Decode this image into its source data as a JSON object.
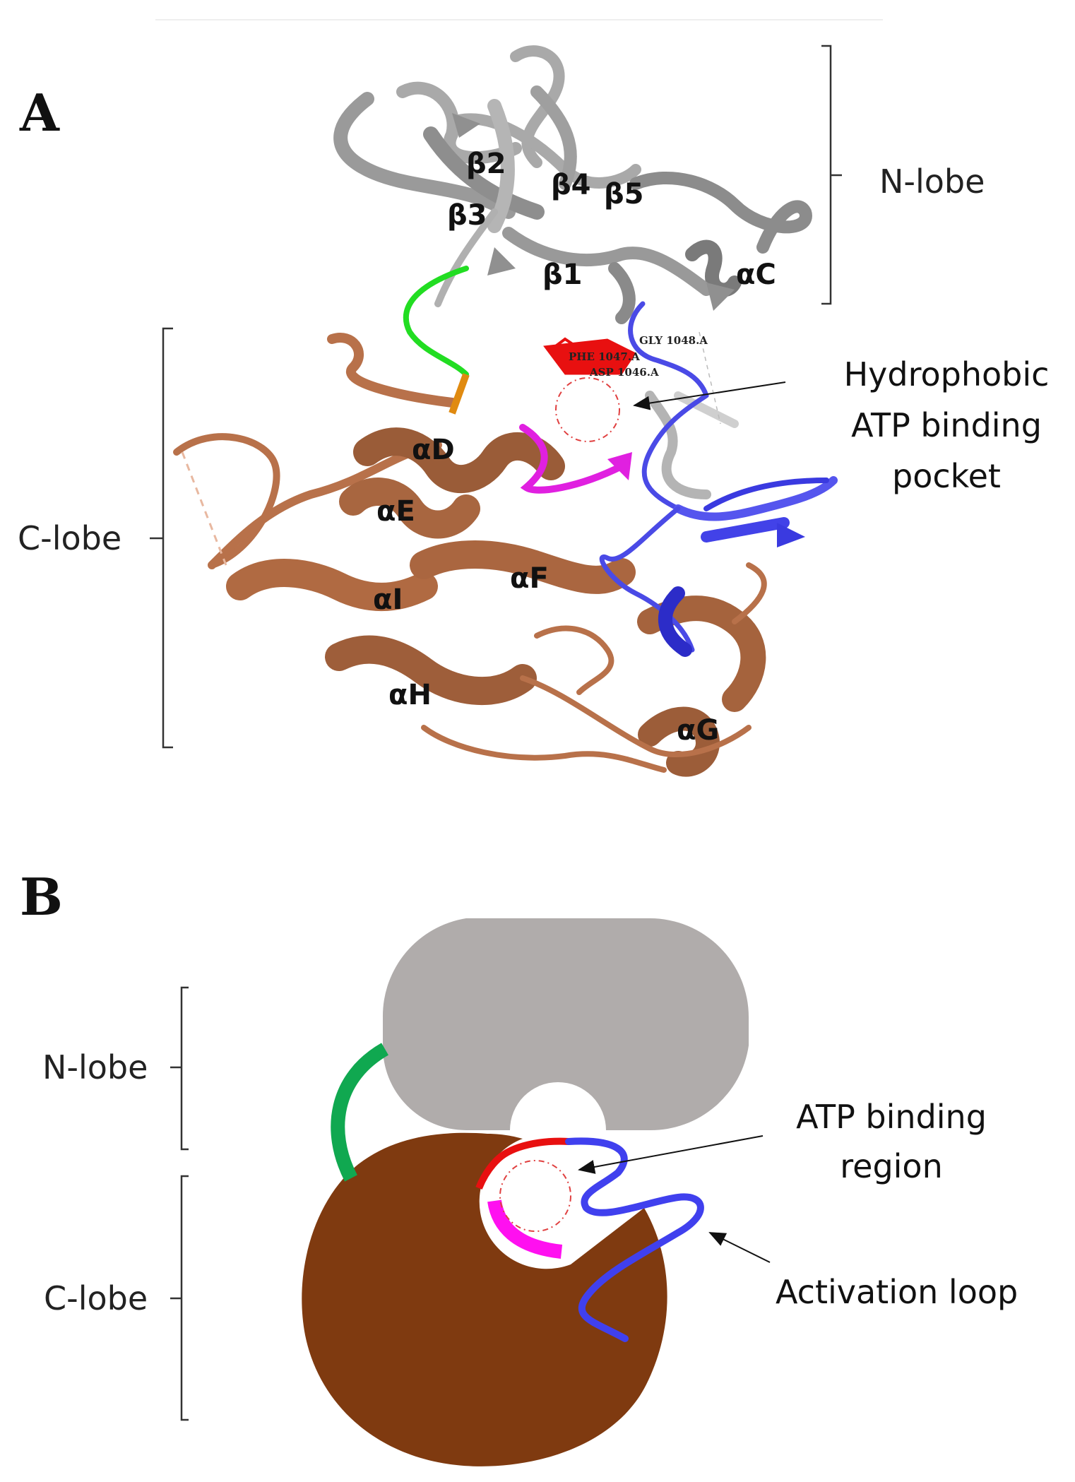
{
  "panel_a": {
    "letter": "A",
    "n_lobe": "N-lobe",
    "c_lobe": "C-lobe",
    "strands": [
      "β2",
      "β4",
      "β5",
      "β3",
      "β1"
    ],
    "helices": [
      "αC",
      "αD",
      "αE",
      "αF",
      "αI",
      "αH",
      "αG"
    ],
    "residues": [
      "GLY 1048.A",
      "PHE 1047.A",
      "ASP 1046.A"
    ],
    "pocket_label": [
      "Hydrophobic",
      "ATP binding",
      "pocket"
    ]
  },
  "panel_b": {
    "letter": "B",
    "n_lobe": "N-lobe",
    "c_lobe": "C-lobe",
    "atp_label": [
      "ATP binding",
      "region"
    ],
    "activation_label": "Activation loop"
  },
  "colors": {
    "n_lobe_ribbon": "#a9a9a9",
    "c_lobe_ribbon": "#b8714a",
    "hinge": "#22dd22",
    "dfg": "#e81010",
    "catalytic_loop": "#e020e0",
    "activation_loop": "#3a3ae0",
    "n_lobe_shape": "#b0acab",
    "c_lobe_shape": "#7f3a10",
    "linker": "#10a850",
    "pocket_dash": "#e04040"
  }
}
